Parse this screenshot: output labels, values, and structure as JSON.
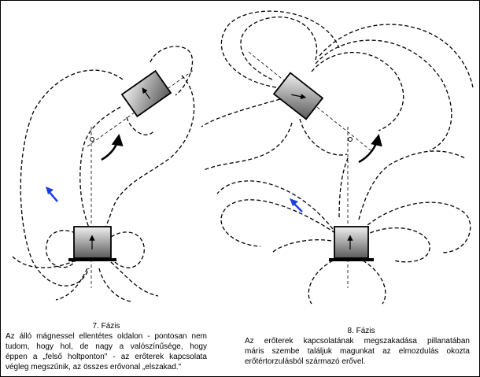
{
  "phase7": {
    "title": "7. Fázis",
    "lines": [
      "Az álló mágnessel ellentétes oldalon - pontosan nem",
      "tudom, hogy hol, de nagy a valószínűsége, hogy",
      "éppen a „felső holtponton\" - az erőterek kapcsolata",
      "végleg megszűnik, az összes erővonal „elszakad.\""
    ]
  },
  "phase8": {
    "title": "8. Fázis",
    "lines": [
      "Az erőterek kapcsolatának megszakadása pillanatában",
      "máris szembe találjuk magunkat az elmozdulás okozta",
      "erőtértorzulásból származó erővel."
    ]
  },
  "colors": {
    "magnet_gradient_light": "#f0f0f0",
    "magnet_gradient_dark": "#5a5a5a",
    "field_lines": "#000000",
    "motion_arrow": "#1a3fe0"
  },
  "icons": [
    "rotating-magnet-icon",
    "fixed-magnet-icon",
    "rotation-arrow-icon",
    "motion-arrow-icon"
  ]
}
